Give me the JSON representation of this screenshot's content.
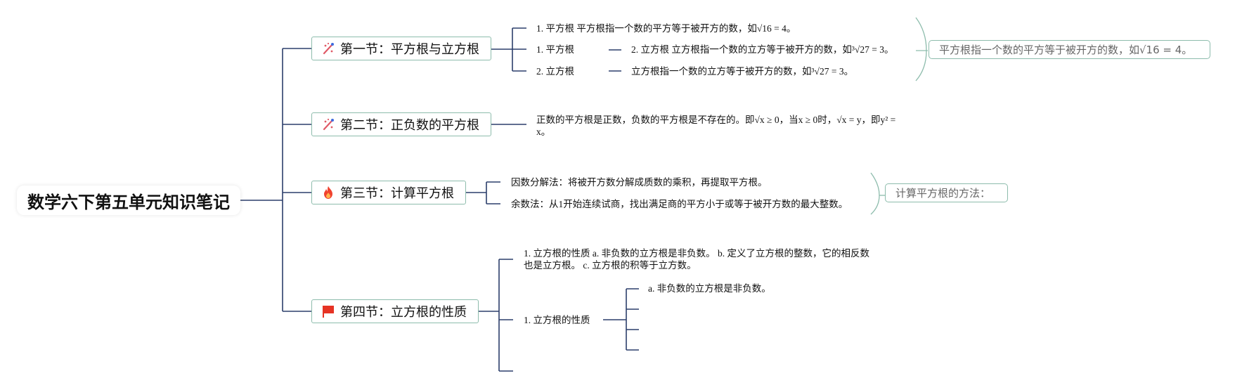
{
  "title": "数学六下第五单元知识笔记",
  "colors": {
    "connector": "#2c3e6b",
    "topic_border": "#8dbcac",
    "summary_text": "#666666"
  },
  "topics": [
    {
      "label": "第一节：平方根与立方根",
      "icon": "sparkle-icon"
    },
    {
      "label": "第二节：正负数的平方根",
      "icon": "sparkle-icon"
    },
    {
      "label": "第三节：计算平方根",
      "icon": "fire-icon"
    },
    {
      "label": "第四节：立方根的性质",
      "icon": "red-flag-icon"
    }
  ],
  "section1": {
    "item1": "1. 平方根 平方根指一个数的平方等于被开方的数，如√16 = 4。",
    "item2": "1. 平方根",
    "item2_child": "2. 立方根 立方根指一个数的立方等于被开方的数，如³√27 = 3。",
    "item3": "2. 立方根",
    "item3_child": "立方根指一个数的立方等于被开方的数，如³√27 = 3。",
    "summary": "平方根指一个数的平方等于被开方的数，如√16 = 4。"
  },
  "section2": {
    "item1": "正数的平方根是正数，负数的平方根是不存在的。即√x ≥ 0，当x ≥ 0时，√x = y，即y² = x。"
  },
  "section3": {
    "item1": "因数分解法：将被开方数分解成质数的乘积，再提取平方根。",
    "item2": "余数法：从1开始连续试商，找出满足商的平方小于或等于被开方数的最大整数。",
    "summary": "计算平方根的方法："
  },
  "section4": {
    "item1": "1. 立方根的性质 a. 非负数的立方根是非负数。 b. 定义了立方根的整数，它的相反数也是立方根。 c. 立方根的积等于立方数。",
    "item2": "1. 立方根的性质",
    "item2_child1": "a. 非负数的立方根是非负数。"
  }
}
